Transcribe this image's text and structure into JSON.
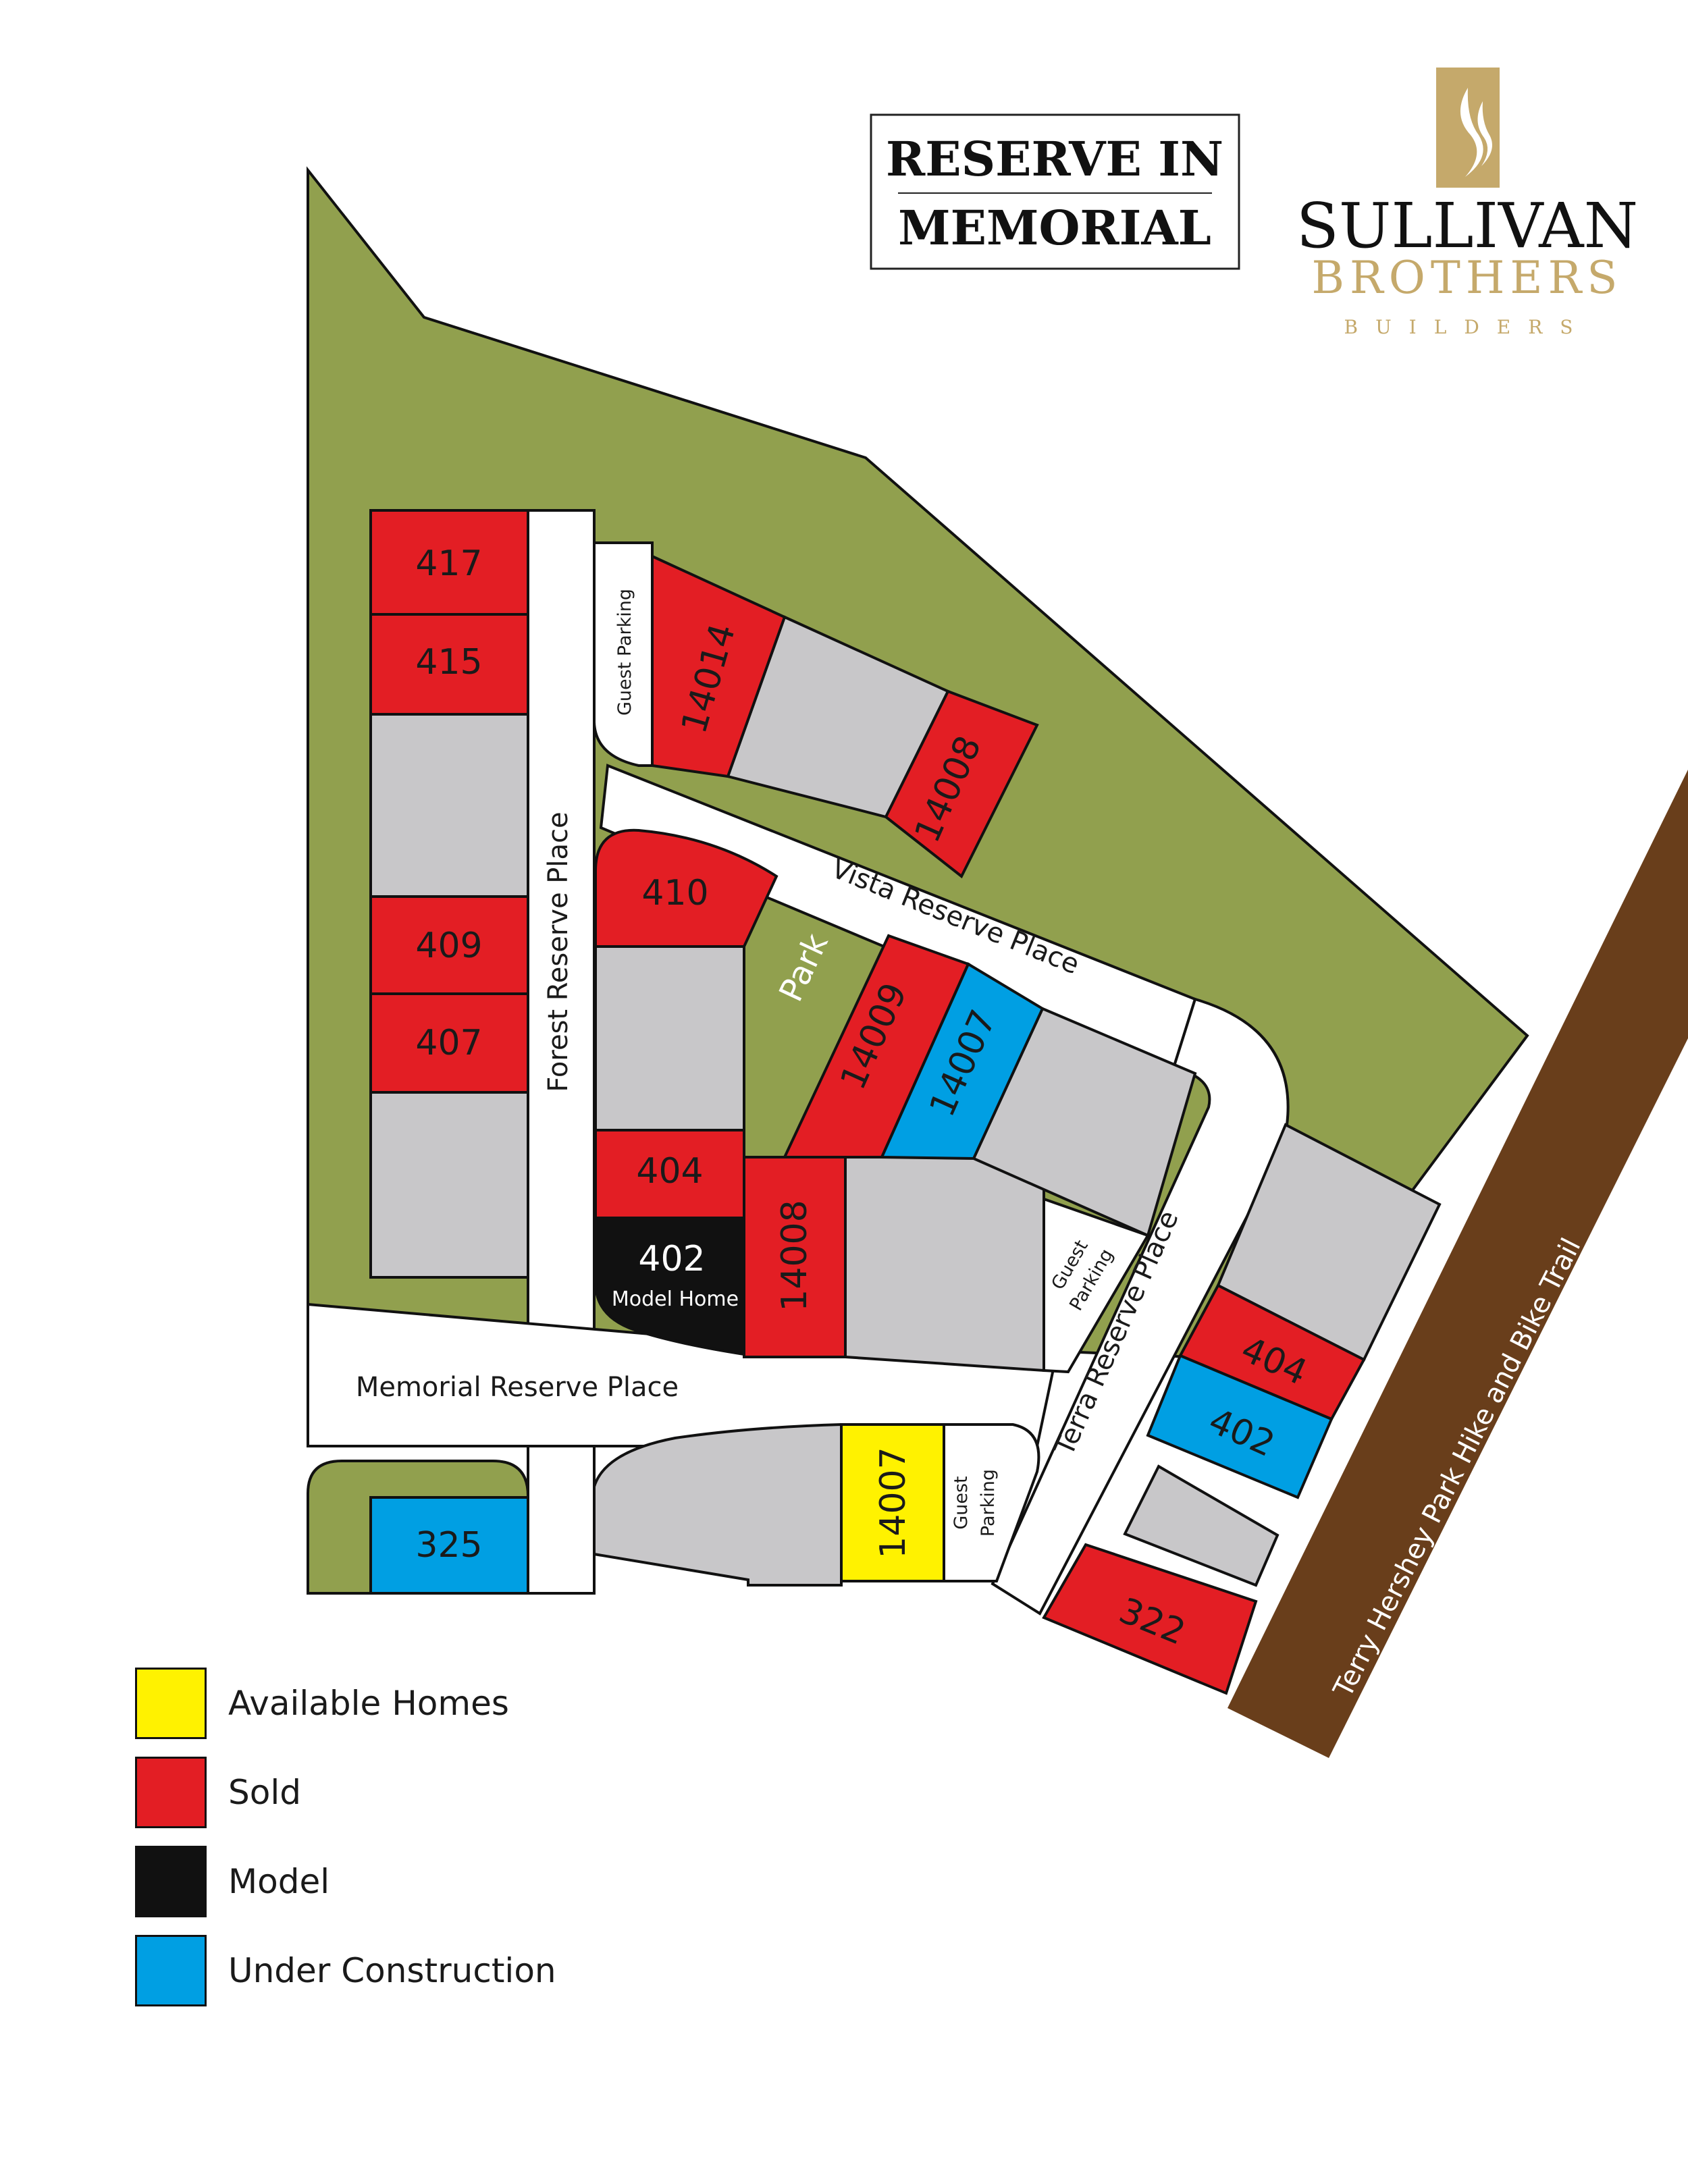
{
  "title": {
    "line1": "RESERVE IN",
    "line2": "MEMORIAL"
  },
  "brand": {
    "line1": "SULLIVAN",
    "line2": "BROTHERS",
    "line3": "BUILDERS"
  },
  "colors": {
    "available": "#fff200",
    "sold": "#e31e24",
    "model": "#111111",
    "under_construction": "#009fe3",
    "green_space": "#91a04e",
    "open_lot": "#c8c7c9",
    "trail": "#693e1b",
    "gold": "#c5a96b"
  },
  "roads": {
    "forest": "Forest Reserve Place",
    "vista": "Vista Reserve Place",
    "memorial": "Memorial Reserve Place",
    "terra": "Terra Reserve Place"
  },
  "trail": "Terry Hershey Park Hike and Bike Trail",
  "park": "Park",
  "guest_parking": {
    "line1": "Guest",
    "line2": "Parking",
    "full": "Guest Parking"
  },
  "lots": {
    "l417": {
      "number": "417",
      "status": "sold"
    },
    "l415": {
      "number": "415",
      "status": "sold"
    },
    "l409": {
      "number": "409",
      "status": "sold"
    },
    "l407": {
      "number": "407",
      "status": "sold"
    },
    "l410": {
      "number": "410",
      "status": "sold"
    },
    "l404a": {
      "number": "404",
      "status": "sold"
    },
    "l402a": {
      "number": "402",
      "status": "model",
      "caption": "Model Home"
    },
    "l14008a": {
      "number": "14008",
      "status": "sold"
    },
    "l14014": {
      "number": "14014",
      "status": "sold"
    },
    "l14008b": {
      "number": "14008",
      "status": "sold"
    },
    "l14009": {
      "number": "14009",
      "status": "sold"
    },
    "l14007a": {
      "number": "14007",
      "status": "under_construction"
    },
    "l404b": {
      "number": "404",
      "status": "sold"
    },
    "l402b": {
      "number": "402",
      "status": "under_construction"
    },
    "l322": {
      "number": "322",
      "status": "sold"
    },
    "l325": {
      "number": "325",
      "status": "under_construction"
    },
    "l14007b": {
      "number": "14007",
      "status": "available"
    }
  },
  "legend": [
    {
      "label": "Available Homes",
      "status": "available"
    },
    {
      "label": "Sold",
      "status": "sold"
    },
    {
      "label": "Model",
      "status": "model"
    },
    {
      "label": "Under Construction",
      "status": "under_construction"
    }
  ]
}
